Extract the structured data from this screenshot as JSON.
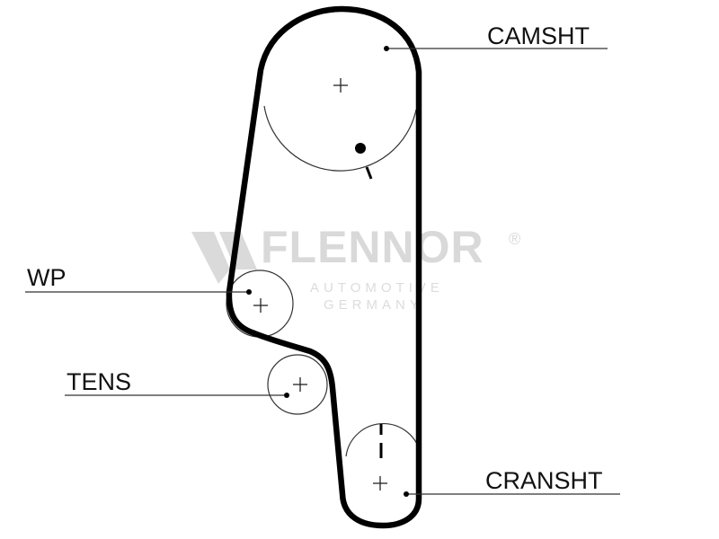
{
  "labels": {
    "camshaft": "CAMSHT",
    "water_pump": "WP",
    "tensioner": "TENS",
    "crankshaft": "CRANSHT"
  },
  "watermark": {
    "brand": "FLENNOR",
    "registered": "®",
    "line1": "AUTOMOTIVE",
    "line2": "GERMANY"
  },
  "colors": {
    "belt": "#000000",
    "line": "#222222",
    "watermark": "#d9d9d9"
  }
}
